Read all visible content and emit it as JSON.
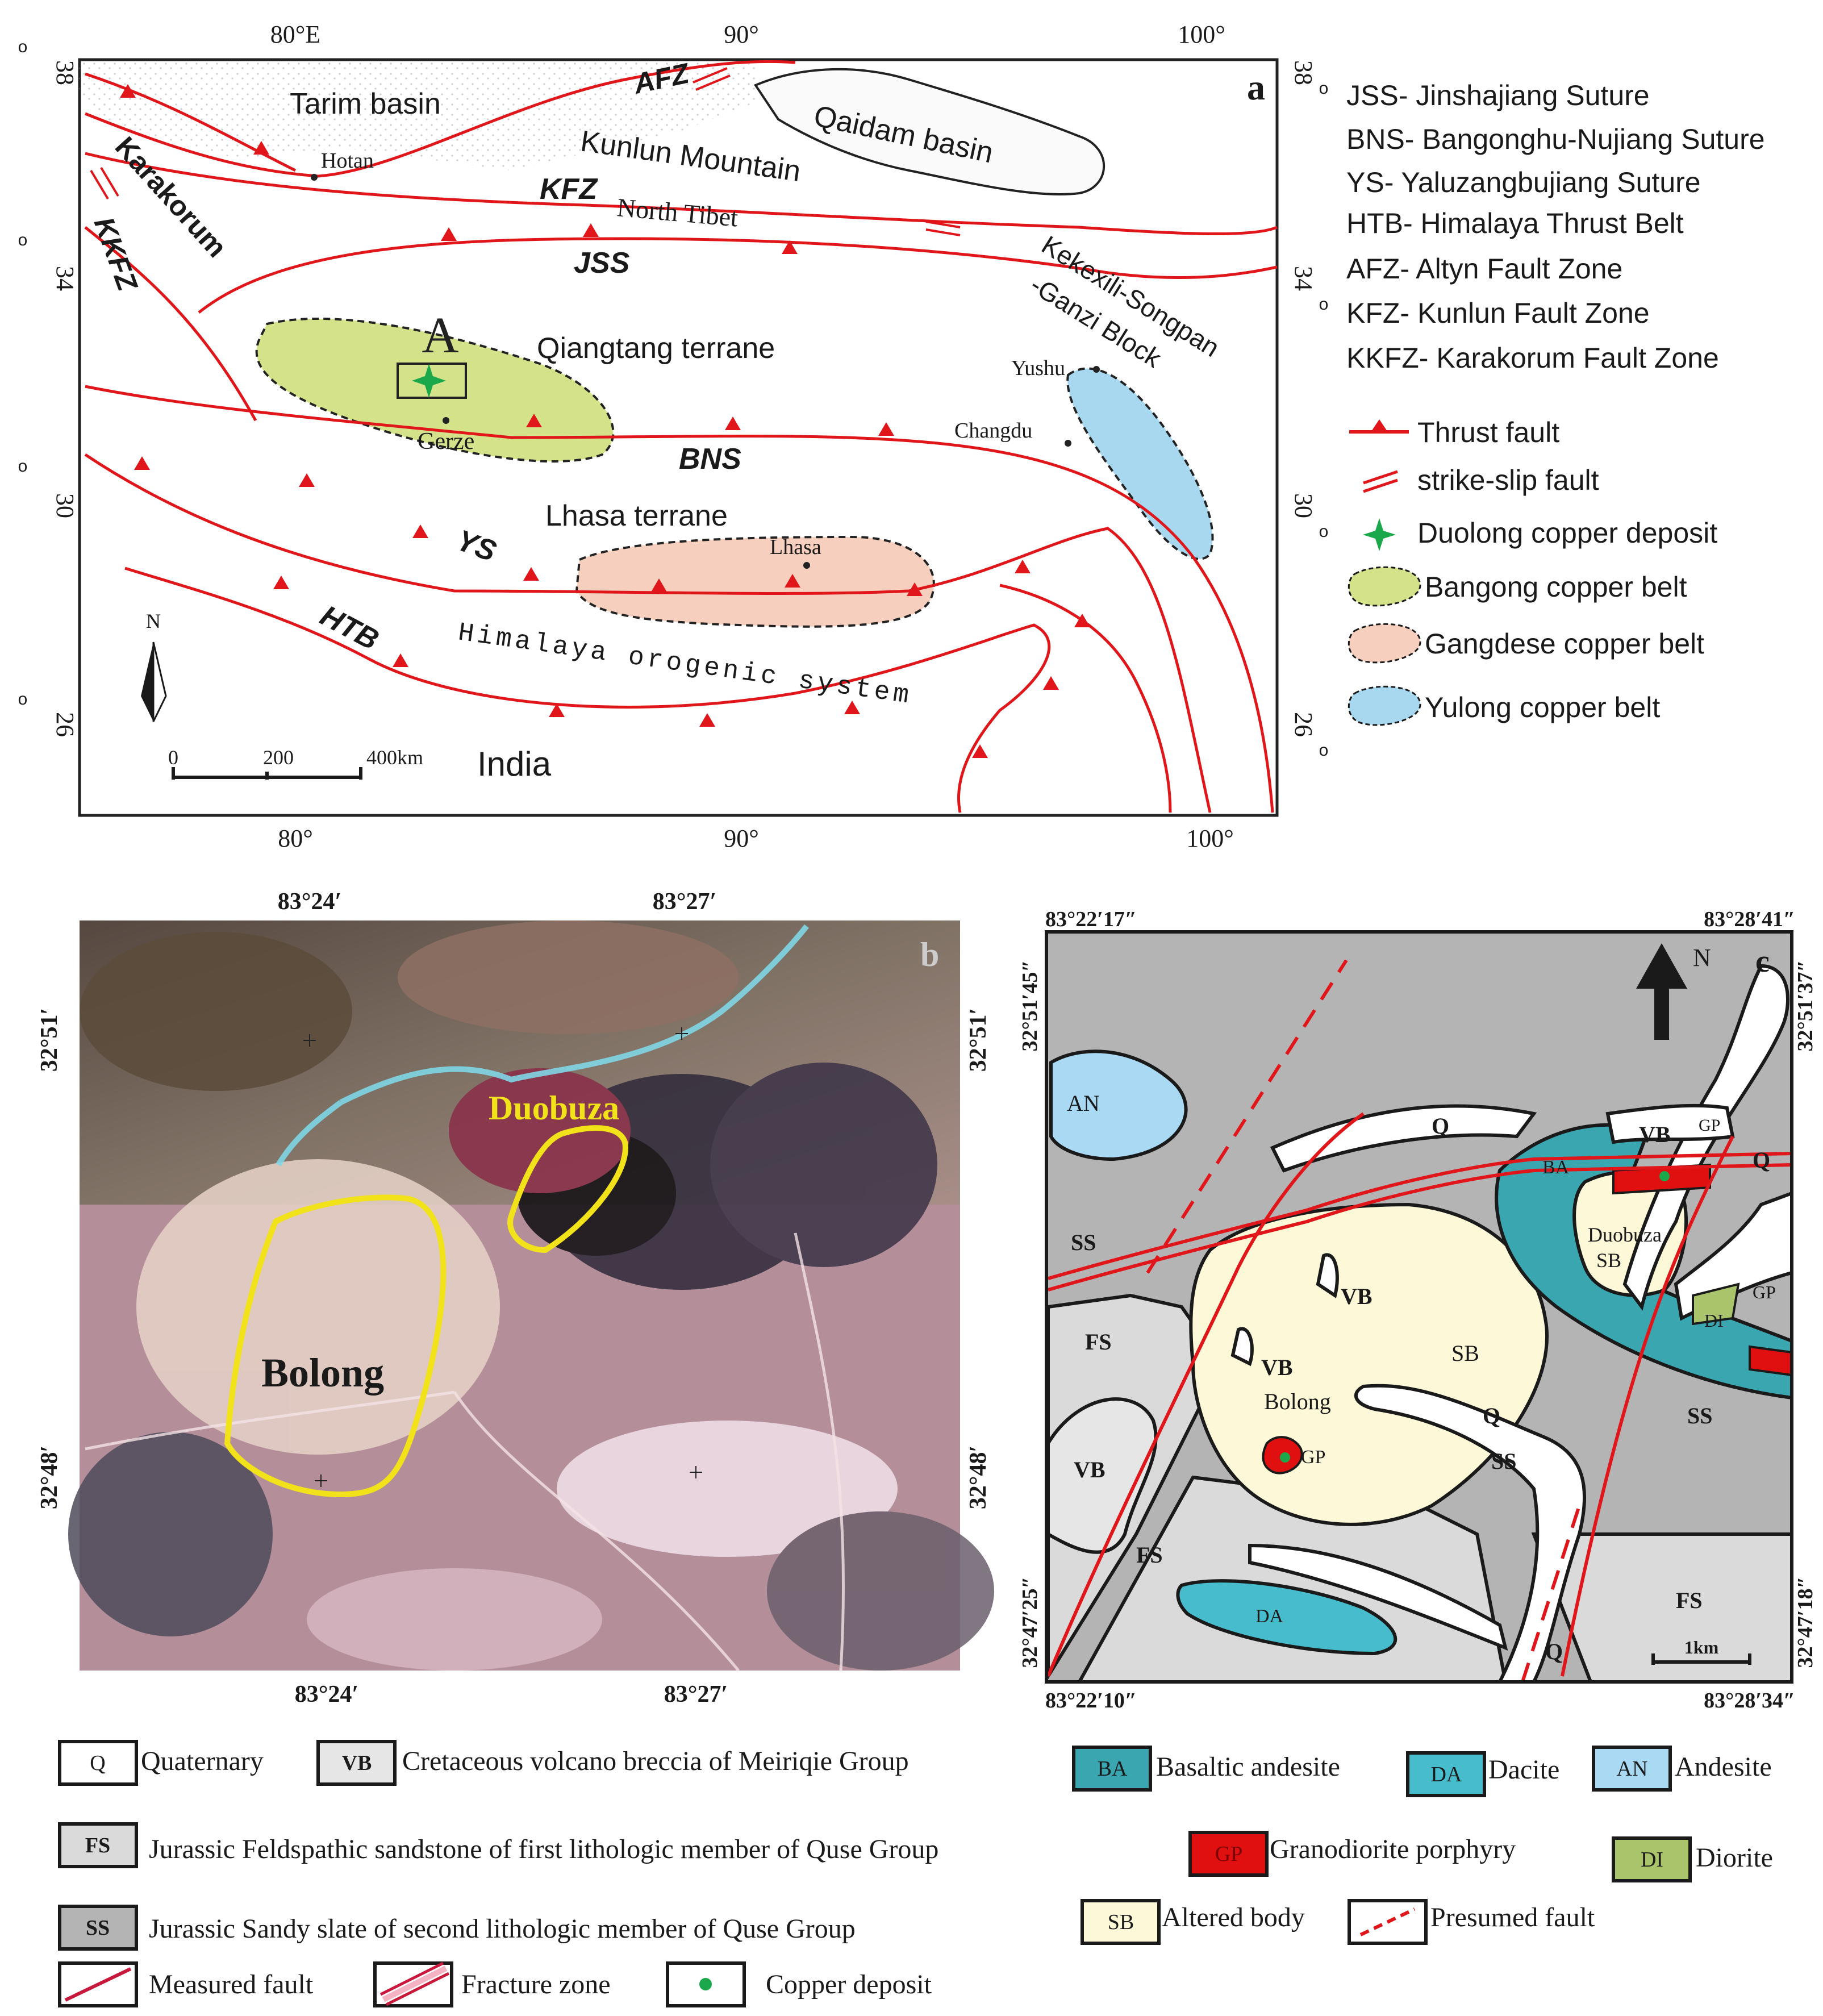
{
  "panel_a": {
    "letter": "a",
    "top_lon_labels": [
      "80°E",
      "90°",
      "100°"
    ],
    "bottom_lon_labels": [
      "80°",
      "90°",
      "100°"
    ],
    "left_lat_labels": [
      "38",
      "34",
      "30",
      "26"
    ],
    "right_lat_labels": [
      "38",
      "34",
      "30",
      "26"
    ],
    "degree_mark": "o",
    "region_labels": {
      "tarim": "Tarim basin",
      "qaidam": "Qaidam basin",
      "kunlun": "Kunlun Mountain",
      "north_tibet": "North Tibet",
      "qiangtang": "Qiangtang terrane",
      "lhasa_terrane": "Lhasa terrane",
      "himalaya": "Himalaya orogenic system",
      "india": "India",
      "karakorum": "Karakorum",
      "kekexili_1": "Kekexili-Songpan",
      "kekexili_2": "-Ganzi Block"
    },
    "fault_labels": {
      "afz": "AFZ",
      "kfz": "KFZ",
      "kkfz": "KKFZ",
      "jss": "JSS",
      "bns": "BNS",
      "ys": "YS",
      "htb": "HTB"
    },
    "city_labels": {
      "hotan": "Hotan",
      "gerze": "Gerze",
      "yushu": "Yushu",
      "changdu": "Changdu",
      "lhasa": "Lhasa"
    },
    "site_label": "A",
    "north_label": "N",
    "scale_labels": [
      "0",
      "200",
      "400km"
    ]
  },
  "panel_a_legend": {
    "abbreviations": [
      "JSS- Jinshajiang Suture",
      "BNS- Bangonghu-Nujiang Suture",
      "YS- Yaluzangbujiang Suture",
      "HTB- Himalaya Thrust Belt",
      "AFZ- Altyn Fault Zone",
      "KFZ- Kunlun Fault Zone",
      "KKFZ- Karakorum Fault Zone"
    ],
    "symbols": [
      {
        "label": "Thrust fault",
        "icon": "thrust-fault-icon"
      },
      {
        "label": "strike-slip fault",
        "icon": "strike-slip-fault-icon"
      },
      {
        "label": "Duolong copper deposit",
        "icon": "star-icon"
      },
      {
        "label": "Bangong copper belt",
        "icon": "belt-icon",
        "color": "#d4e28a"
      },
      {
        "label": "Gangdese copper belt",
        "icon": "belt-icon",
        "color": "#f6cfbf"
      },
      {
        "label": "Yulong  copper belt",
        "icon": "belt-icon",
        "color": "#a7d8f0"
      }
    ]
  },
  "panel_b": {
    "letter": "b",
    "top_labels": [
      "83°24′",
      "83°27′"
    ],
    "bottom_labels": [
      "83°24′",
      "83°27′"
    ],
    "left_labels": [
      "32°51′",
      "32°48′"
    ],
    "right_labels": [
      "32°51′",
      "32°48′"
    ],
    "area_labels": {
      "duobuza": "Duobuza",
      "bolong": "Bolong"
    },
    "outline_color": "#f2e21a"
  },
  "panel_c": {
    "letter": "c",
    "north_label": "N",
    "corner_labels": {
      "top_left": "83°22′17″",
      "top_right": "83°28′41″",
      "bottom_left": "83°22′10″",
      "bottom_right": "83°28′34″",
      "left_top": "32°51′45″",
      "left_bottom": "32°47′25″",
      "right_top": "32°51′37″",
      "right_bottom": "32°47′18″"
    },
    "unit_labels": {
      "an": "AN",
      "ss_1": "SS",
      "fs_1": "FS",
      "vb_1": "VB",
      "fs_2": "FS",
      "vb_2": "VB",
      "vb_3": "VB",
      "sb_1": "SB",
      "bolong": "Bolong",
      "gp_1": "GP",
      "q_1": "Q",
      "q_2": "Q",
      "q_3": "Q",
      "q_4": "Q",
      "ss_2": "SS",
      "ss_3": "SS",
      "fs_3": "FS",
      "da": "DA",
      "ba": "BA",
      "vb_4": "VB",
      "gp_2": "GP",
      "duobuza": "Duobuza",
      "sb_2": "SB",
      "gp_3": "GP",
      "di": "DI"
    },
    "scale_label": "1km"
  },
  "legend_c": {
    "items": [
      {
        "code": "Q",
        "label": "Quaternary",
        "color": "#ffffff"
      },
      {
        "code": "VB",
        "label": "Cretaceous volcano breccia of Meiriqie Group",
        "color": "#e6e6e6"
      },
      {
        "code": "BA",
        "label": "Basaltic andesite",
        "color": "#3aa6b0"
      },
      {
        "code": "DA",
        "label": "Dacite",
        "color": "#46bccc"
      },
      {
        "code": "AN",
        "label": "Andesite",
        "color": "#a9d9f3"
      },
      {
        "code": "FS",
        "label": "Jurassic Feldspathic sandstone of first lithologic member of Quse Group",
        "color": "#dadada"
      },
      {
        "code": "GP",
        "label": "Granodiorite porphyry",
        "color": "#e01010"
      },
      {
        "code": "DI",
        "label": "Diorite",
        "color": "#a9c46a"
      },
      {
        "code": "SS",
        "label": "Jurassic Sandy slate of second lithologic member of Quse Group",
        "color": "#b4b4b4"
      },
      {
        "code": "SB",
        "label": "Altered body",
        "color": "#fdf8d8"
      },
      {
        "code": "",
        "label": "Presumed fault",
        "icon": "presumed-fault-icon"
      },
      {
        "code": "",
        "label": "Measured fault",
        "icon": "measured-fault-icon"
      },
      {
        "code": "",
        "label": "Fracture zone",
        "icon": "fracture-zone-icon"
      },
      {
        "code": "",
        "label": "Copper deposit",
        "icon": "copper-deposit-icon"
      }
    ]
  },
  "colors": {
    "fault": "#e0161b",
    "bangong": "#d4e28a",
    "gangdese": "#f6cfbf",
    "yulong": "#a7d8f0",
    "deposit_star": "#1aa84a"
  }
}
